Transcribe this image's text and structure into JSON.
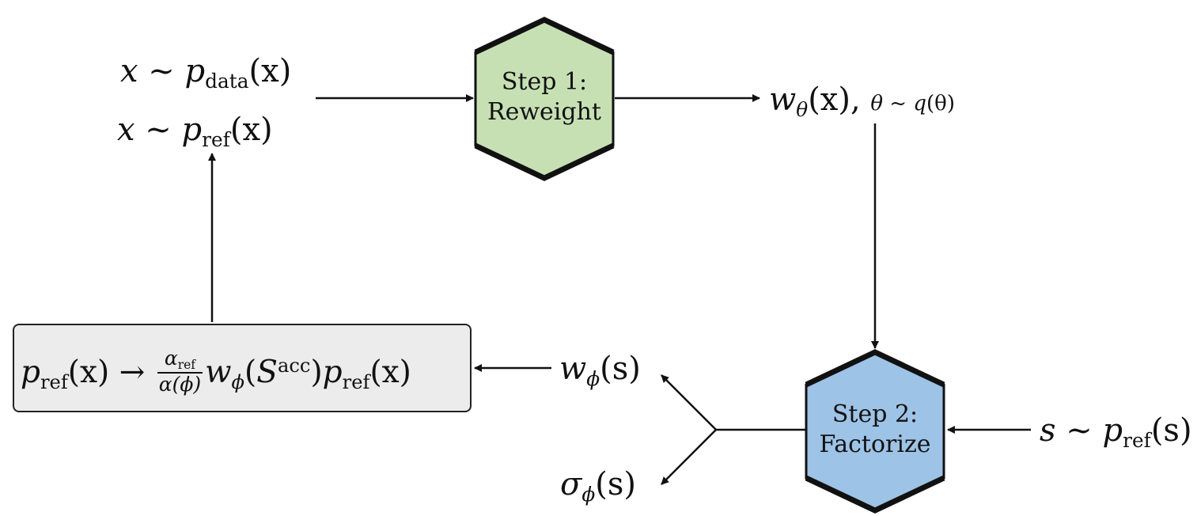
{
  "colors": {
    "step1_fill": "#c6e0b4",
    "step2_fill": "#9dc3e6",
    "update_box_fill": "#ececec",
    "stroke": "#111111"
  },
  "step1": {
    "line1": "Step 1:",
    "line2": "Reweight"
  },
  "step2": {
    "line1": "Step 2:",
    "line2": "Factorize"
  },
  "inputs": {
    "data_x": "x",
    "data_tilde": " ~ ",
    "data_p": "p",
    "data_sub": "data",
    "data_arg": "(x)",
    "ref_x": "x",
    "ref_tilde": " ~ ",
    "ref_p": "p",
    "ref_sub": "ref",
    "ref_arg": "(x)"
  },
  "reweight_output": {
    "w": "w",
    "sub": "θ",
    "arg": "(x),",
    "theta": "θ",
    "tilde": " ~ ",
    "q": "q",
    "q_arg": "(θ)"
  },
  "sample_input": {
    "s": "s",
    "tilde": " ~ ",
    "p": "p",
    "sub": "ref",
    "arg": "(s)"
  },
  "outputs": {
    "w": "w",
    "w_sub": "ϕ",
    "w_arg": "(s)",
    "sigma": "σ",
    "sigma_sub": "ϕ",
    "sigma_arg": "(s)"
  },
  "update": {
    "p1": "p",
    "sub1": "ref",
    "arg1": "(x)",
    "arrow": " → ",
    "num_alpha": "α",
    "num_sub": "ref",
    "den": "α(ϕ)",
    "w": "w",
    "w_sub": "ϕ",
    "open": "(",
    "S": "S",
    "S_sup": "acc",
    "close": ")",
    "p2": "p",
    "sub2": "ref",
    "arg2": "(x)"
  }
}
